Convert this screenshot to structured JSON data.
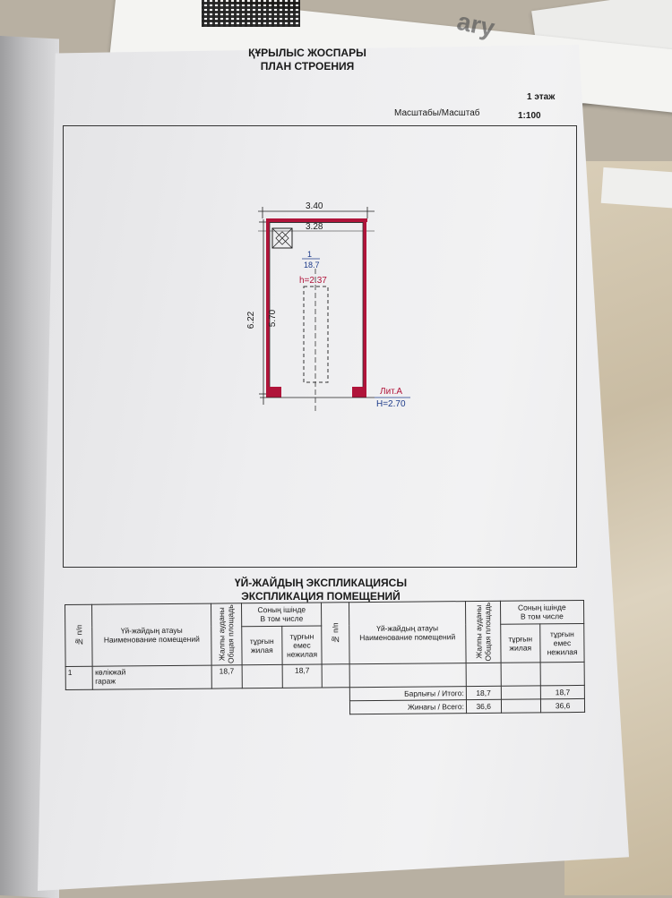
{
  "header": {
    "title_kz": "ҚҰРЫЛЫС ЖОСПАРЫ",
    "title_ru": "ПЛАН СТРОЕНИЯ",
    "floor": "1 этаж",
    "scale_label": "Масштабы/Масштаб",
    "scale_value": "1:100"
  },
  "plan": {
    "outer_width": "3.40",
    "inner_width": "3.28",
    "outer_length": "6.22",
    "inner_length": "5.70",
    "room_number": "1",
    "room_area": "18.7",
    "room_height": "h=2.37",
    "liter": "Лит.А",
    "building_height": "H=2.70"
  },
  "explication": {
    "title_kz": "ҮЙ-ЖАЙДЫҢ ЭКСПЛИКАЦИЯСЫ",
    "title_ru": "ЭКСПЛИКАЦИЯ ПОМЕЩЕНИЙ",
    "col_no": "№ п/п",
    "col_name_kz": "Үй-жайдың атауы",
    "col_name_ru": "Наименование помещений",
    "col_total_kz": "Жалпы ауданы",
    "col_total_ru": "Общая площадь",
    "col_including_kz": "Соның ішінде",
    "col_including_ru": "В том числе",
    "col_living_kz": "тұрғын",
    "col_living_ru": "жилая",
    "col_nonliving_kz": "тұрғын емес",
    "col_nonliving_ru": "нежилая",
    "rows": [
      {
        "no": "1",
        "name_kz": "көлікжай",
        "name_ru": "гараж",
        "total": "18,7",
        "living": "",
        "nonliving": "18,7"
      }
    ],
    "subtotal_label": "Барлығы / Итого:",
    "subtotal_total": "18,7",
    "subtotal_nonliving": "18,7",
    "grand_label": "Жинағы / Всего:",
    "grand_total": "36,6",
    "grand_nonliving": "36,6"
  },
  "background": {
    "partial_word": "ary"
  }
}
